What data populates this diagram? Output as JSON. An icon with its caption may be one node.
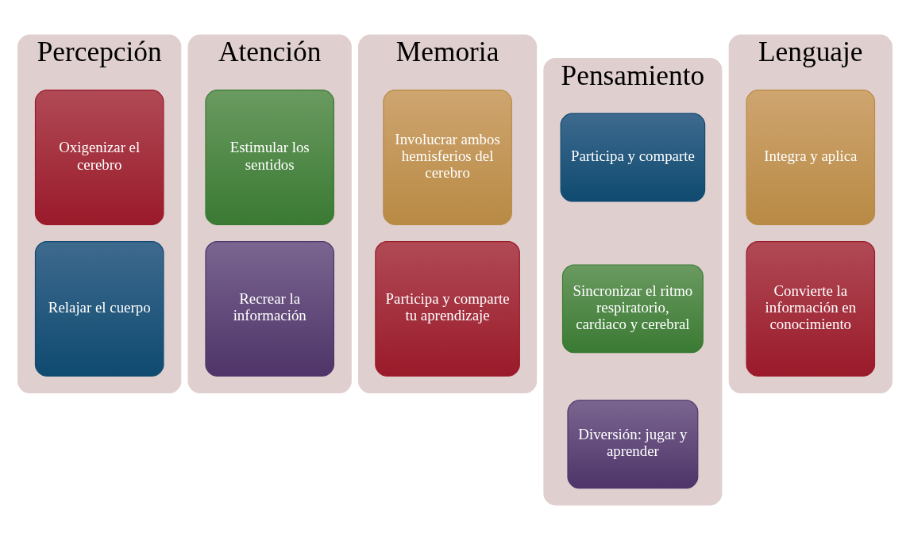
{
  "diagram": {
    "nodes": [
      {
        "text": [
          "Percepción"
        ]
      },
      {
        "text": [
          "Oxigenizar el cerebro"
        ],
        "in": 0
      },
      {
        "text": [
          "Relajar el cuerpo"
        ],
        "in": 0
      },
      {
        "text": [
          "Atención"
        ]
      },
      {
        "text": [
          "Estimular los sentidos"
        ],
        "in": 3
      },
      {
        "text": [
          "Recrear la información"
        ],
        "in": 3
      },
      {
        "text": [
          "Memoria"
        ]
      },
      {
        "text": [
          "Involucrar ambos hemisferios del cerebro"
        ],
        "in": 6
      },
      {
        "text": [
          "Participa y comparte tu aprendizaje"
        ],
        "in": 6
      },
      {
        "text": [
          "Pensamiento"
        ]
      },
      {
        "text": [
          "Participa y comparte"
        ],
        "in": 9
      },
      {
        "text": [
          "Sincronizar el ritmo respiratorio, cardiaco y cerebral"
        ],
        "in": 9
      },
      {
        "text": [
          "Diversión: jugar y aprender"
        ],
        "in": 9
      },
      {
        "text": [
          "Lenguaje"
        ]
      },
      {
        "text": [
          "Integra y aplica"
        ],
        "in": 13
      },
      {
        "text": [
          "Convierte la información en conocimiento"
        ],
        "in": 13
      }
    ],
    "edges": []
  }
}
